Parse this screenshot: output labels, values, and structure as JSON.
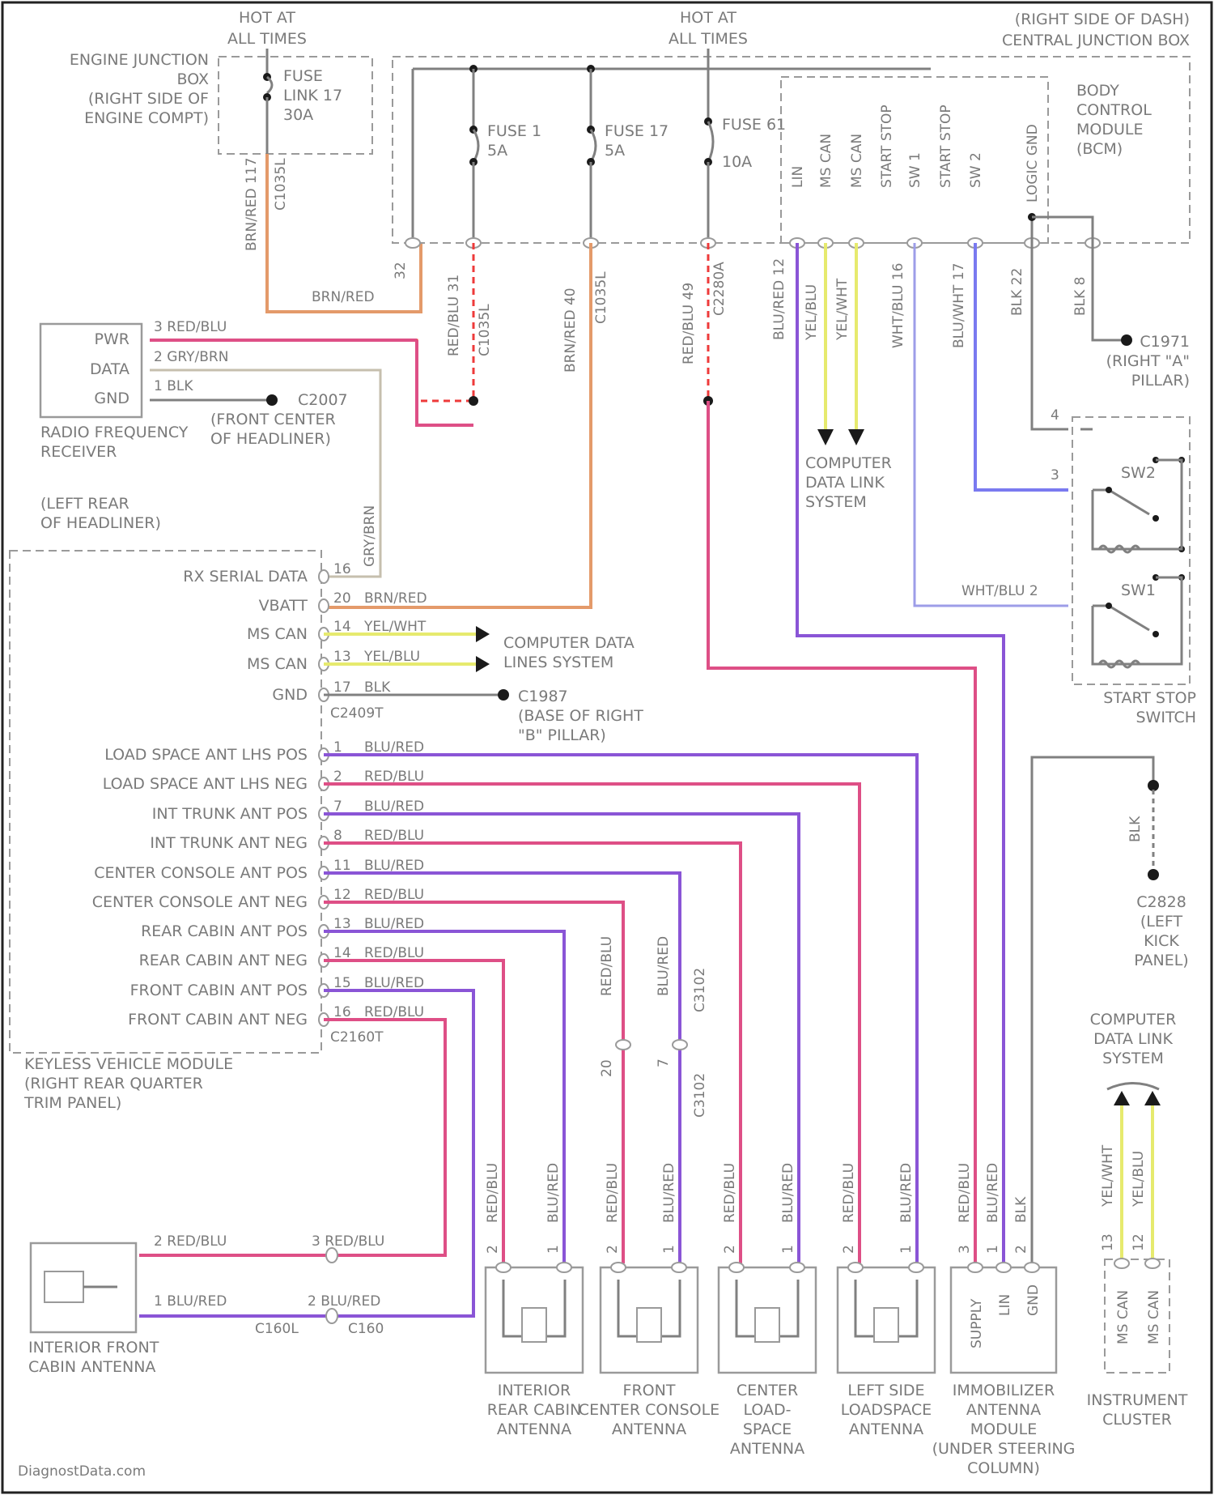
{
  "hot_at_all_times": "HOT AT\nALL TIMES",
  "engine_junction_box": "ENGINE JUNCTION\nBOX\n(RIGHT SIDE OF\nENGINE COMPT)",
  "fuse_link_17": "FUSE\nLINK 17\n30A",
  "central_junction_box": "(RIGHT SIDE OF DASH)\nCENTRAL JUNCTION BOX",
  "fuse_1": "FUSE 1\n5A",
  "fuse_17": "FUSE 17\n5A",
  "fuse_61": "FUSE 61\n10A",
  "bcm": "BODY\nCONTROL\nMODULE\n(BCM)",
  "bcm_pins": [
    "LIN",
    "MS CAN",
    "MS CAN",
    "START STOP",
    "SW 1",
    "START STOP",
    "SW 2",
    "LOGIC GND"
  ],
  "c1971": "C1971\n(RIGHT \"A\"\nPILLAR)",
  "radio_receiver": {
    "pins": [
      "PWR",
      "DATA",
      "GND"
    ],
    "wires": [
      "3  RED/BLU",
      "2  GRY/BRN",
      "1  BLK"
    ],
    "ground": "C2007\n(FRONT CENTER\nOF HEADLINER)",
    "name": "RADIO FREQUENCY\nRECEIVER"
  },
  "left_rear_headliner": "(LEFT REAR\nOF HEADLINER)",
  "computer_data_link": "COMPUTER\nDATA LINK\nSYSTEM",
  "computer_data_lines": "COMPUTER DATA\nLINES SYSTEM",
  "start_stop_switch": {
    "sw2": "SW2",
    "sw1": "SW1",
    "pin4": "4",
    "pin3": "3",
    "wire2": "WHT/BLU  2",
    "name": "START STOP\nSWITCH"
  },
  "c1987": "C1987\n(BASE OF RIGHT\n\"B\" PILLAR)",
  "c2828": "C2828\n(LEFT\nKICK\nPANEL)",
  "kvm_pins": [
    {
      "label": "RX SERIAL DATA",
      "pin": "16",
      "wire": ""
    },
    {
      "label": "VBATT",
      "pin": "20",
      "wire": "BRN/RED"
    },
    {
      "label": "MS CAN",
      "pin": "14",
      "wire": "YEL/WHT"
    },
    {
      "label": "MS CAN",
      "pin": "13",
      "wire": "YEL/BLU"
    },
    {
      "label": "GND",
      "pin": "17",
      "wire": "BLK"
    },
    {
      "label": "",
      "pin": "C2409T",
      "wire": ""
    },
    {
      "label": "LOAD SPACE ANT LHS POS",
      "pin": "1",
      "wire": "BLU/RED"
    },
    {
      "label": "LOAD SPACE ANT LHS NEG",
      "pin": "2",
      "wire": "RED/BLU"
    },
    {
      "label": "INT TRUNK ANT POS",
      "pin": "7",
      "wire": "BLU/RED"
    },
    {
      "label": "INT TRUNK ANT NEG",
      "pin": "8",
      "wire": "RED/BLU"
    },
    {
      "label": "CENTER CONSOLE ANT POS",
      "pin": "11",
      "wire": "BLU/RED"
    },
    {
      "label": "CENTER CONSOLE ANT NEG",
      "pin": "12",
      "wire": "RED/BLU"
    },
    {
      "label": "REAR CABIN ANT POS",
      "pin": "13",
      "wire": "BLU/RED"
    },
    {
      "label": "REAR CABIN ANT NEG",
      "pin": "14",
      "wire": "RED/BLU"
    },
    {
      "label": "FRONT CABIN ANT POS",
      "pin": "15",
      "wire": "BLU/RED"
    },
    {
      "label": "FRONT CABIN ANT NEG",
      "pin": "16",
      "wire": "RED/BLU"
    },
    {
      "label": "",
      "pin": "C2160T",
      "wire": ""
    }
  ],
  "kvm_name": "KEYLESS VEHICLE MODULE\n(RIGHT REAR QUARTER\nTRIM PANEL)",
  "front_cabin_antenna": {
    "wires": [
      "2  RED/BLU",
      "3  RED/BLU",
      "1  BLU/RED",
      "2  BLU/RED"
    ],
    "connectors": [
      "C160L",
      "C160"
    ],
    "name": "INTERIOR FRONT\nCABIN ANTENNA"
  },
  "antennas": [
    {
      "name": "INTERIOR\nREAR CABIN\nANTENNA"
    },
    {
      "name": "FRONT\nCENTER CONSOLE\nANTENNA"
    },
    {
      "name": "CENTER\nLOAD-\nSPACE\nANTENNA"
    },
    {
      "name": "LEFT SIDE\nLOADSPACE\nANTENNA"
    },
    {
      "name": "IMMOBILIZER\nANTENNA\nMODULE\n(UNDER STEERING\nCOLUMN)"
    }
  ],
  "immobilizer_pins": [
    "SUPPLY",
    "LIN",
    "GND"
  ],
  "instrument_cluster": "INSTRUMENT\nCLUSTER",
  "cluster_pins": [
    "MS CAN",
    "MS CAN"
  ],
  "splice_labels": [
    "C3102",
    "C3102"
  ],
  "wire_colors": {
    "brn_red": "#e49a6a",
    "red_blu": "#de4f86",
    "blu_red": "#8a55d6",
    "yel": "#e6ea6e",
    "gry_brn": "#c6bfae",
    "wht_blu": "#9d9de8"
  },
  "watermark": "DiagnostData.com"
}
